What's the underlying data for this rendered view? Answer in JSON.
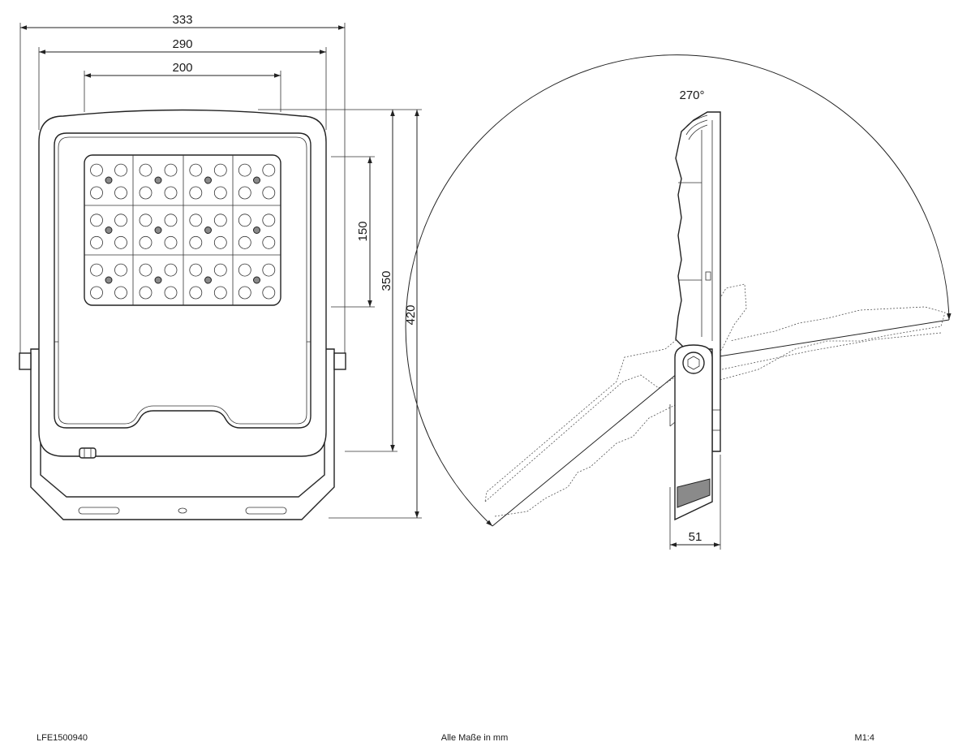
{
  "front_view": {
    "dim_overall_width": "333",
    "dim_housing_width": "290",
    "dim_led_width": "200",
    "dim_led_height": "150",
    "dim_housing_height": "350",
    "dim_overall_height": "420"
  },
  "side_view": {
    "dim_rotation": "270°",
    "dim_depth": "51"
  },
  "footer": {
    "article_number": "LFE1500940",
    "units_note": "Alle Maße in mm",
    "scale": "M1:4"
  }
}
